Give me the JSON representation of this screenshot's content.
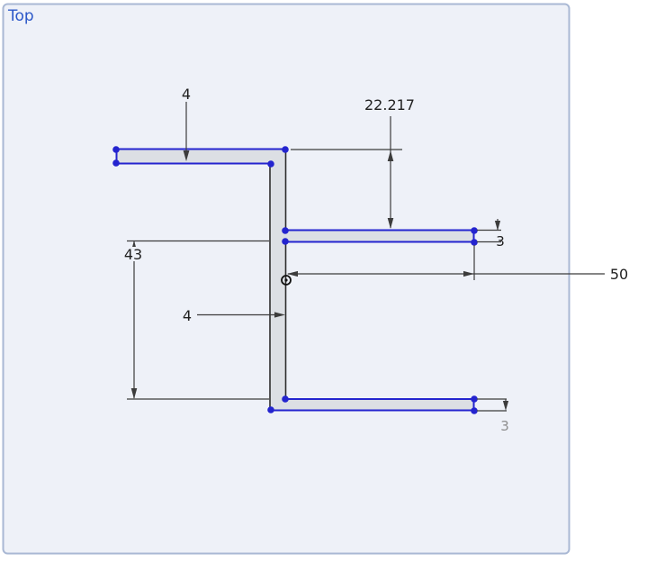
{
  "viewport": {
    "label": "Top"
  },
  "sketch": {
    "dimensions": {
      "top_flange_thickness": {
        "value": "4"
      },
      "upper_gap": {
        "value": "22.217"
      },
      "left_height": {
        "value": "43"
      },
      "middle_flange_thickness": {
        "value": "3"
      },
      "flange_length": {
        "value": "50"
      },
      "web_thickness": {
        "value": "4"
      },
      "bottom_flange_thickness": {
        "value": "3"
      }
    },
    "colors": {
      "entity_blue": "#2424cf",
      "entity_black": "#2e2e2e",
      "dimension_gray": "#3c3c3c",
      "text_black": "#1f1f1f",
      "text_gray": "#8e8e8e",
      "profile_fill": "#dcdfe4",
      "viewport_bg": "#eef1f8",
      "viewport_border": "#a9b8d4",
      "label_blue": "#2b57c8"
    }
  }
}
